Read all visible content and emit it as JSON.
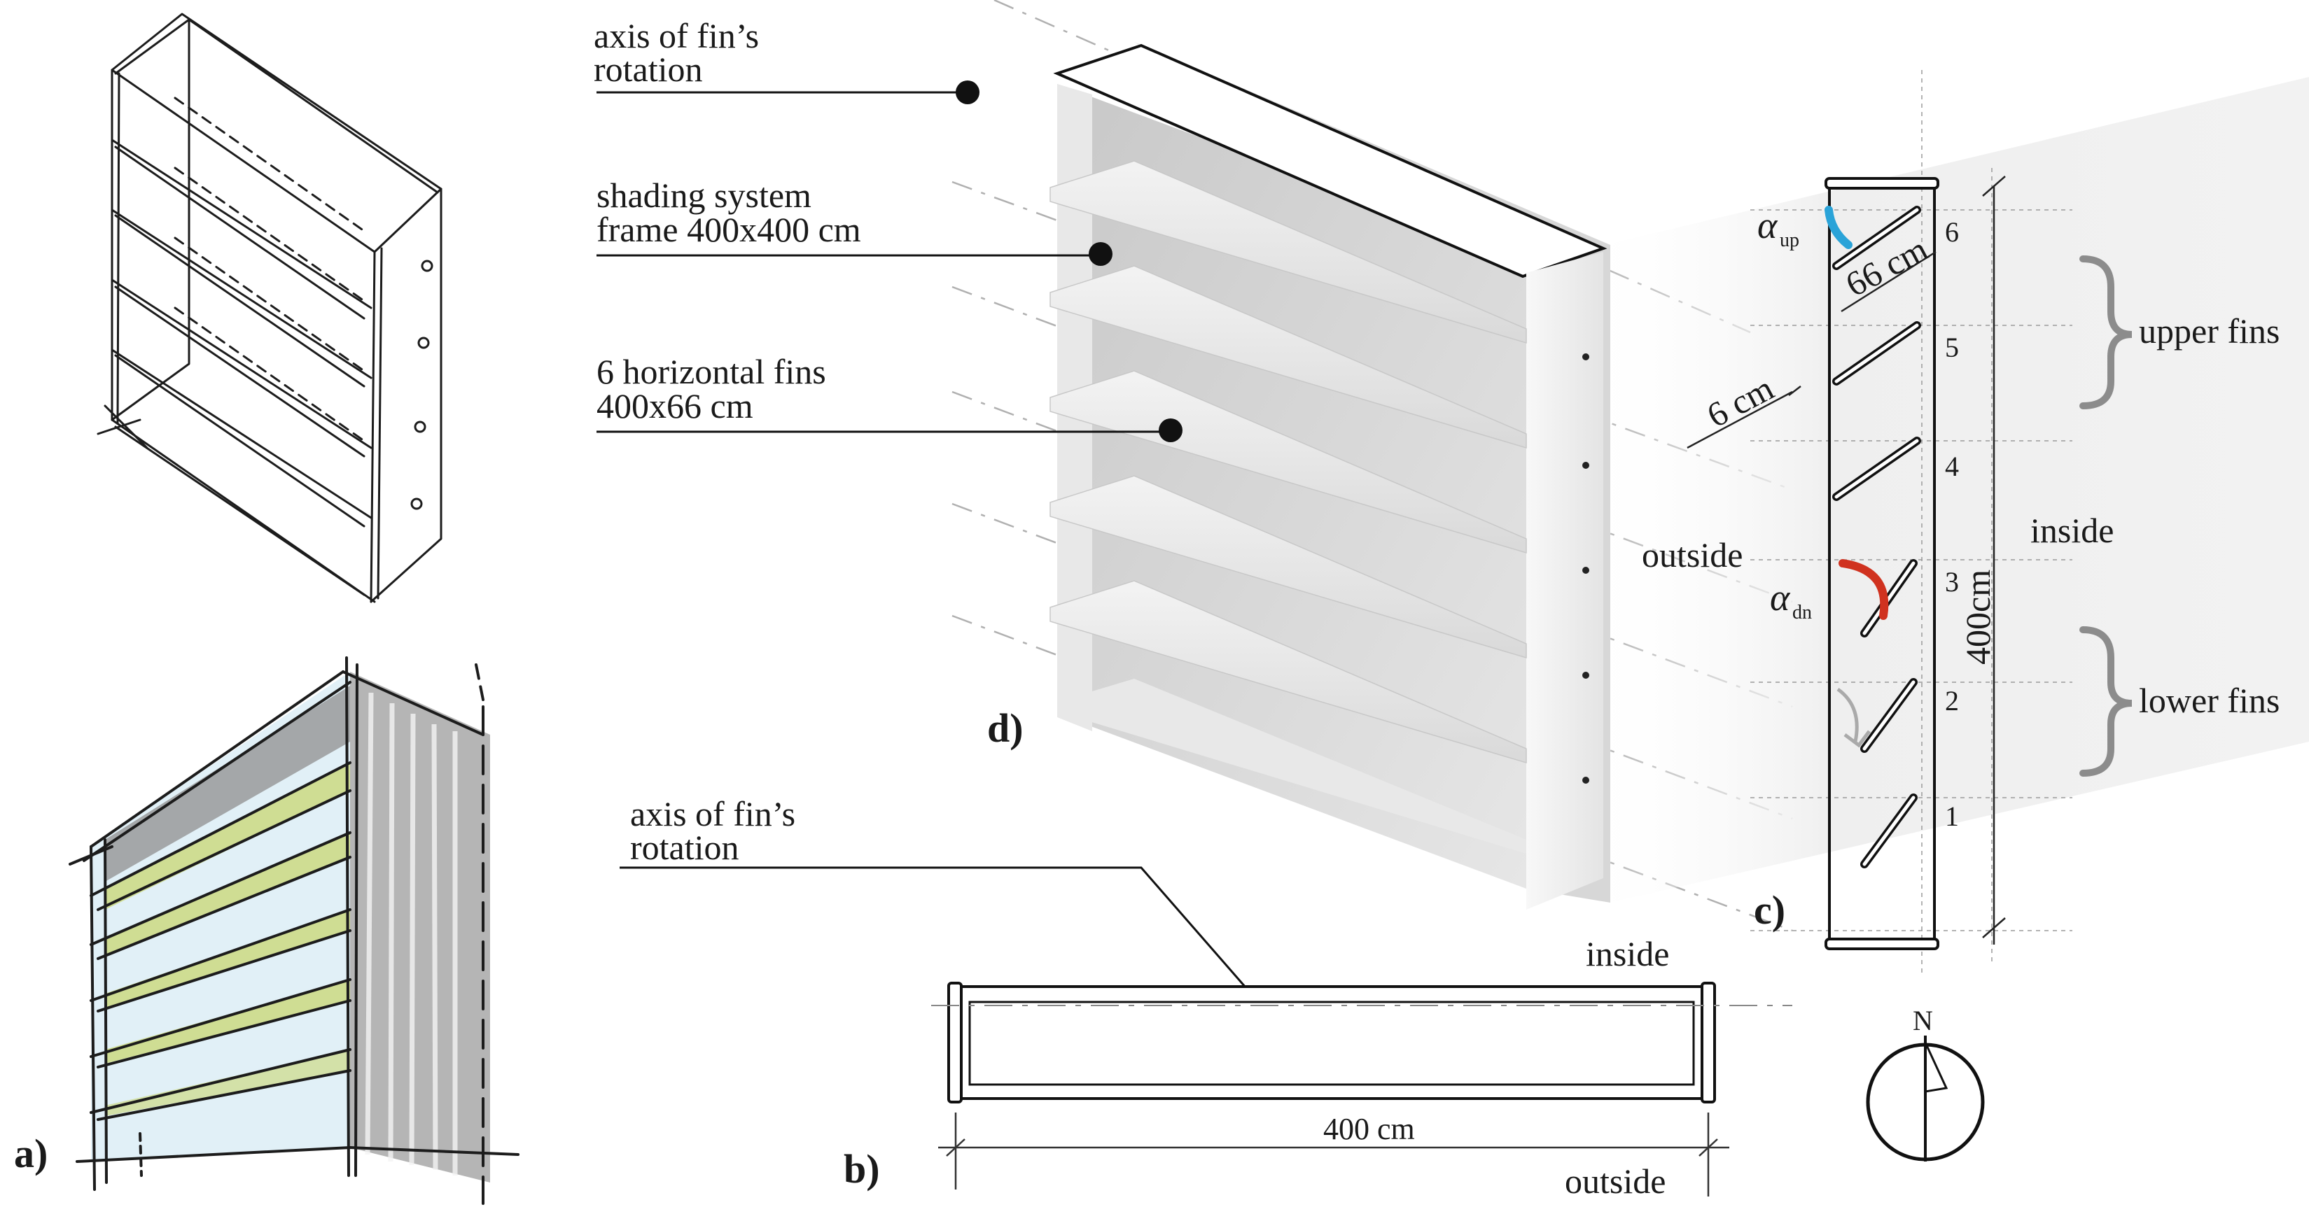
{
  "panels": {
    "a": "a)",
    "b": "b)",
    "c": "c)",
    "d": "d)"
  },
  "labels_d": {
    "axis_line1": "axis of fin’s",
    "axis_line2": "rotation",
    "frame_line1": "shading system",
    "frame_line2": "frame 400x400 cm",
    "fins_line1": "6 horizontal fins",
    "fins_line2": "400x66 cm",
    "outside": "outside"
  },
  "labels_b": {
    "axis_line1": "axis of fin’s",
    "axis_line2": "rotation",
    "inside": "inside",
    "outside": "outside",
    "width": "400 cm"
  },
  "labels_c": {
    "alpha_up_symbol": "α",
    "alpha_up_sub": "up",
    "alpha_dn_symbol": "α",
    "alpha_dn_sub": "dn",
    "fin_width": "66 cm",
    "gap": "6 cm",
    "height": "400cm",
    "inside": "inside",
    "upper_fins": "upper fins",
    "lower_fins": "lower fins",
    "fin_numbers": [
      "6",
      "5",
      "4",
      "3",
      "2",
      "1"
    ]
  },
  "compass": {
    "north": "N"
  },
  "colors": {
    "alpha_up_arc": "#2aa3d8",
    "alpha_dn_arc": "#d0321f",
    "sketch_fin_fill": "#d6e3a3",
    "sketch_glass": "#cfe6f2",
    "sketch_wall": "#9e9e9e",
    "brace_gray": "#8c8c8c"
  }
}
